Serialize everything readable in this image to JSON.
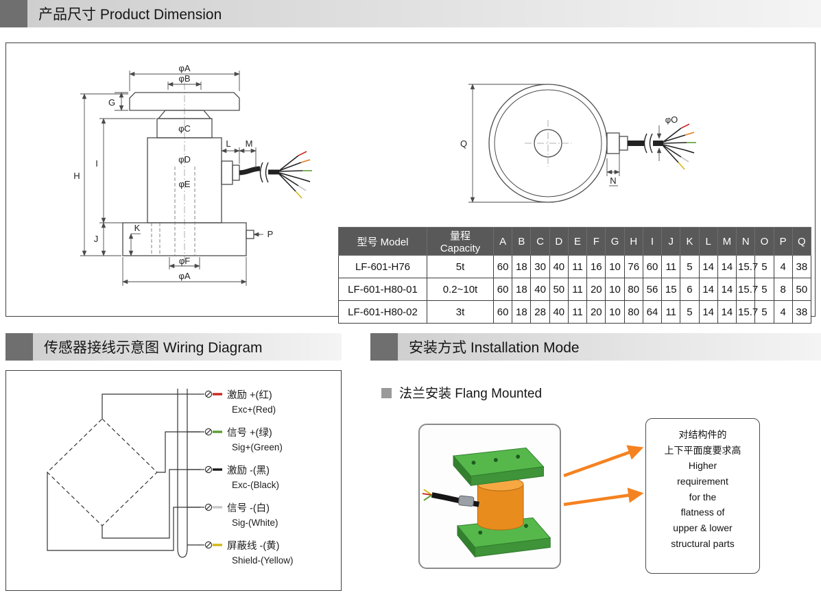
{
  "product_section": {
    "title": "产品尺寸 Product Dimension"
  },
  "table": {
    "headers": [
      "型号 Model",
      "量程 Capacity",
      "A",
      "B",
      "C",
      "D",
      "E",
      "F",
      "G",
      "H",
      "I",
      "J",
      "K",
      "L",
      "M",
      "N",
      "O",
      "P",
      "Q"
    ],
    "rows": [
      [
        "LF-601-H76",
        "5t",
        "60",
        "18",
        "30",
        "40",
        "11",
        "16",
        "10",
        "76",
        "60",
        "11",
        "5",
        "14",
        "14",
        "15.7",
        "5",
        "4",
        "38"
      ],
      [
        "LF-601-H80-01",
        "0.2~10t",
        "60",
        "18",
        "40",
        "50",
        "11",
        "20",
        "10",
        "80",
        "56",
        "15",
        "6",
        "14",
        "14",
        "15.7",
        "5",
        "8",
        "50"
      ],
      [
        "LF-601-H80-02",
        "3t",
        "60",
        "18",
        "28",
        "40",
        "11",
        "20",
        "10",
        "80",
        "64",
        "11",
        "5",
        "14",
        "14",
        "15.7",
        "5",
        "4",
        "38"
      ]
    ]
  },
  "drawing": {
    "side": {
      "phiA": "φA",
      "phiB": "φB",
      "G": "G",
      "phiC": "φC",
      "I": "I",
      "H": "H",
      "phiD": "φD",
      "phiE": "φE",
      "L": "L",
      "M": "M",
      "J": "J",
      "K": "K",
      "phiF": "φF",
      "phiA2": "φA",
      "P": "P"
    },
    "top": {
      "Q": "Q",
      "phiO": "φO",
      "N": "N"
    }
  },
  "wiring_section": {
    "title": "传感器接线示意图 Wiring Diagram",
    "wires": [
      {
        "label_cn": "激励 +(红)",
        "label_en": "Exc+(Red)",
        "color": "#c8281e"
      },
      {
        "label_cn": "信号 +(绿)",
        "label_en": "Sig+(Green)",
        "color": "#5a9e2f"
      },
      {
        "label_cn": "激励 -(黑)",
        "label_en": "Exc-(Black)",
        "color": "#1a1a1a"
      },
      {
        "label_cn": "信号 -(白)",
        "label_en": "Sig-(White)",
        "color": "#c6c6c6"
      },
      {
        "label_cn": "屏蔽线 -(黄)",
        "label_en": "Shield-(Yellow)",
        "color": "#d4b713"
      }
    ]
  },
  "installation_section": {
    "title": "安装方式 Installation Mode",
    "subtitle": "法兰安装 Flang Mounted",
    "note": "对结构件的\n上下平面度要求高\nHigher\nrequirement\nfor the\nflatness of\nupper & lower\nstructural parts"
  },
  "colors": {
    "header_square": "#6f6f6f",
    "table_header_bg": "#595959",
    "arrow_orange": "#f58220",
    "flange_green": "#56b84b",
    "cylinder_orange": "#e98c1e"
  }
}
